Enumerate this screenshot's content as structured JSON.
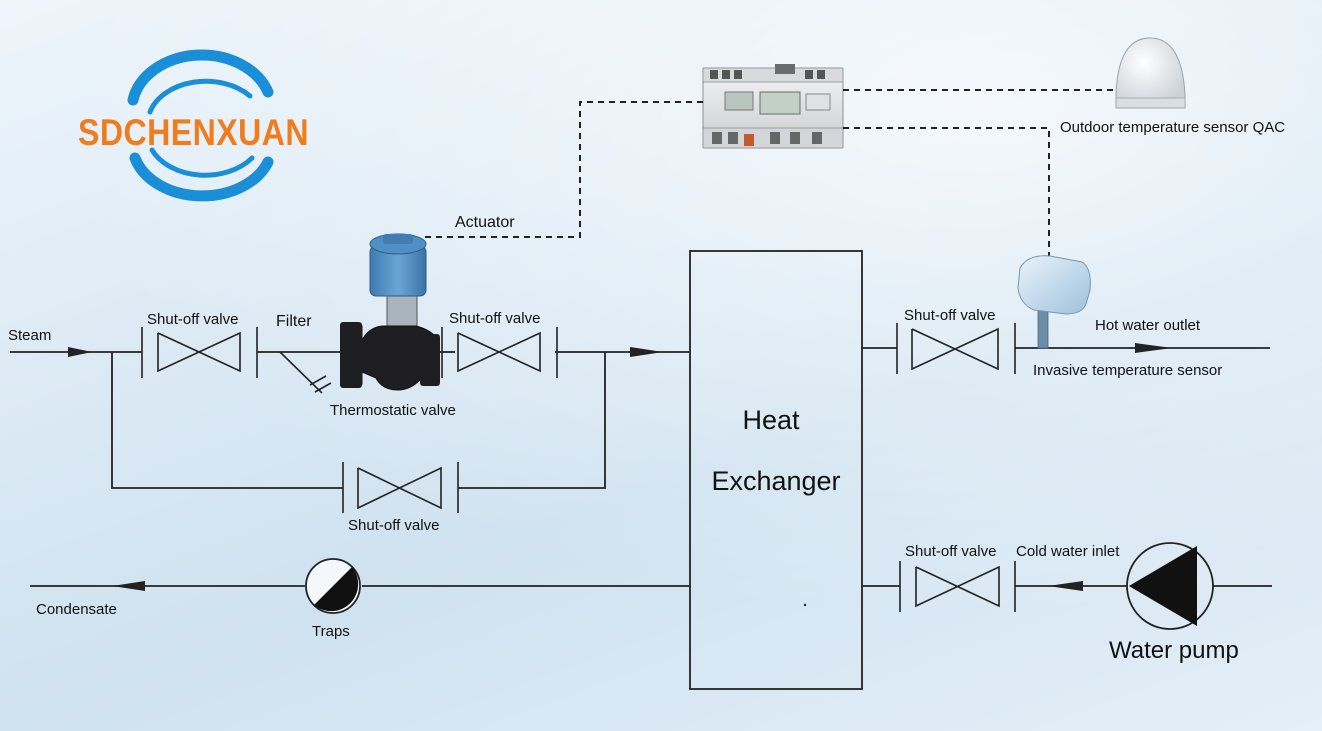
{
  "logo": {
    "text": "SDCHENXUAN"
  },
  "labels": {
    "steam": "Steam",
    "shutoff_1": "Shut-off valve",
    "filter": "Filter",
    "thermostatic_valve": "Thermostatic valve",
    "shutoff_2": "Shut-off valve",
    "actuator": "Actuator",
    "bypass_shutoff": "Shut-off valve",
    "heat_exchanger_line1": "Heat",
    "heat_exchanger_line2": "Exchanger",
    "shutoff_outlet": "Shut-off valve",
    "hot_water_outlet": "Hot water outlet",
    "invasive_sensor": "Invasive temperature sensor",
    "outdoor_sensor": "Outdoor temperature sensor QAC",
    "shutoff_inlet": "Shut-off valve",
    "cold_water_inlet": "Cold water inlet",
    "water_pump": "Water pump",
    "condensate": "Condensate",
    "traps": "Traps"
  },
  "colors": {
    "line": "#222222",
    "logo_orange": "#f07d1d",
    "logo_blue": "#1a8fd8",
    "actuator_blue": "#4f8fc4",
    "valve_body": "#1e1e22"
  }
}
